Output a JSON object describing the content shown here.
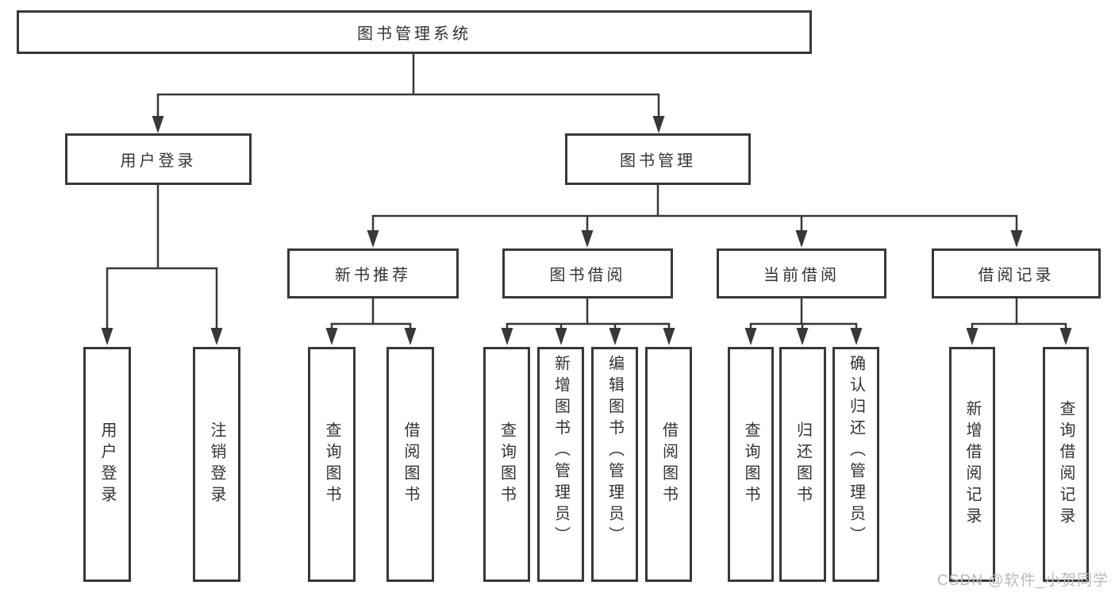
{
  "diagram": {
    "title": "图书管理系统",
    "type": "hierarchy-tree",
    "colors": {
      "line": "#383838",
      "box_border": "#383838",
      "box_fill": "#ffffff",
      "text": "#333333",
      "watermark": "#b9b9b9",
      "background": "#ffffff"
    }
  },
  "tree": {
    "label": "图书管理系统",
    "children": [
      {
        "label": "用户登录",
        "children": [
          {
            "label": "用户登录"
          },
          {
            "label": "注销登录"
          }
        ]
      },
      {
        "label": "图书管理",
        "children": [
          {
            "label": "新书推荐",
            "children": [
              {
                "label": "查询图书"
              },
              {
                "label": "借阅图书"
              }
            ]
          },
          {
            "label": "图书借阅",
            "children": [
              {
                "label": "查询图书"
              },
              {
                "label": "新增图书（管理员）"
              },
              {
                "label": "编辑图书（管理员）"
              },
              {
                "label": "借阅图书"
              }
            ]
          },
          {
            "label": "当前借阅",
            "children": [
              {
                "label": "查询图书"
              },
              {
                "label": "归还图书"
              },
              {
                "label": "确认归还（管理员）"
              }
            ]
          },
          {
            "label": "借阅记录",
            "children": [
              {
                "label": "新增借阅记录"
              },
              {
                "label": "查询借阅记录"
              }
            ]
          }
        ]
      }
    ]
  },
  "watermark": {
    "text": "CSDN @软件_小贺同学"
  }
}
